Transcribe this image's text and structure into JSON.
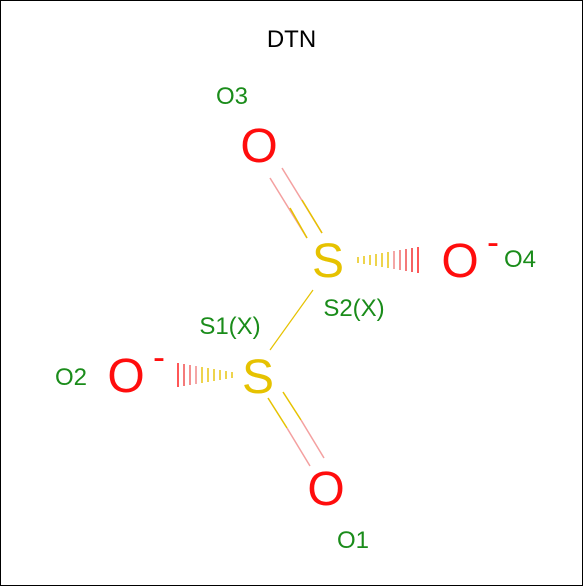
{
  "title": "DTN",
  "colors": {
    "oxygen": "#ff0d0d",
    "sulfur": "#e6c200",
    "label": "#1a8c1a",
    "title": "#000000",
    "border": "#000000"
  },
  "atoms": {
    "o3": {
      "symbol": "O",
      "label": "O3",
      "charge": ""
    },
    "s2": {
      "symbol": "S",
      "label": "S2(X)",
      "charge": ""
    },
    "o4": {
      "symbol": "O",
      "label": "O4",
      "charge": "-"
    },
    "s1": {
      "symbol": "S",
      "label": "S1(X)",
      "charge": ""
    },
    "o2": {
      "symbol": "O",
      "label": "O2",
      "charge": "-"
    },
    "o1": {
      "symbol": "O",
      "label": "O1",
      "charge": ""
    }
  },
  "bonds": [
    {
      "from": "o3",
      "to": "s2",
      "order": "double"
    },
    {
      "from": "s2",
      "to": "o4",
      "order": "hashed-wedge"
    },
    {
      "from": "s2",
      "to": "s1",
      "order": "single"
    },
    {
      "from": "s1",
      "to": "o2",
      "order": "hashed-wedge"
    },
    {
      "from": "s1",
      "to": "o1",
      "order": "double"
    }
  ]
}
